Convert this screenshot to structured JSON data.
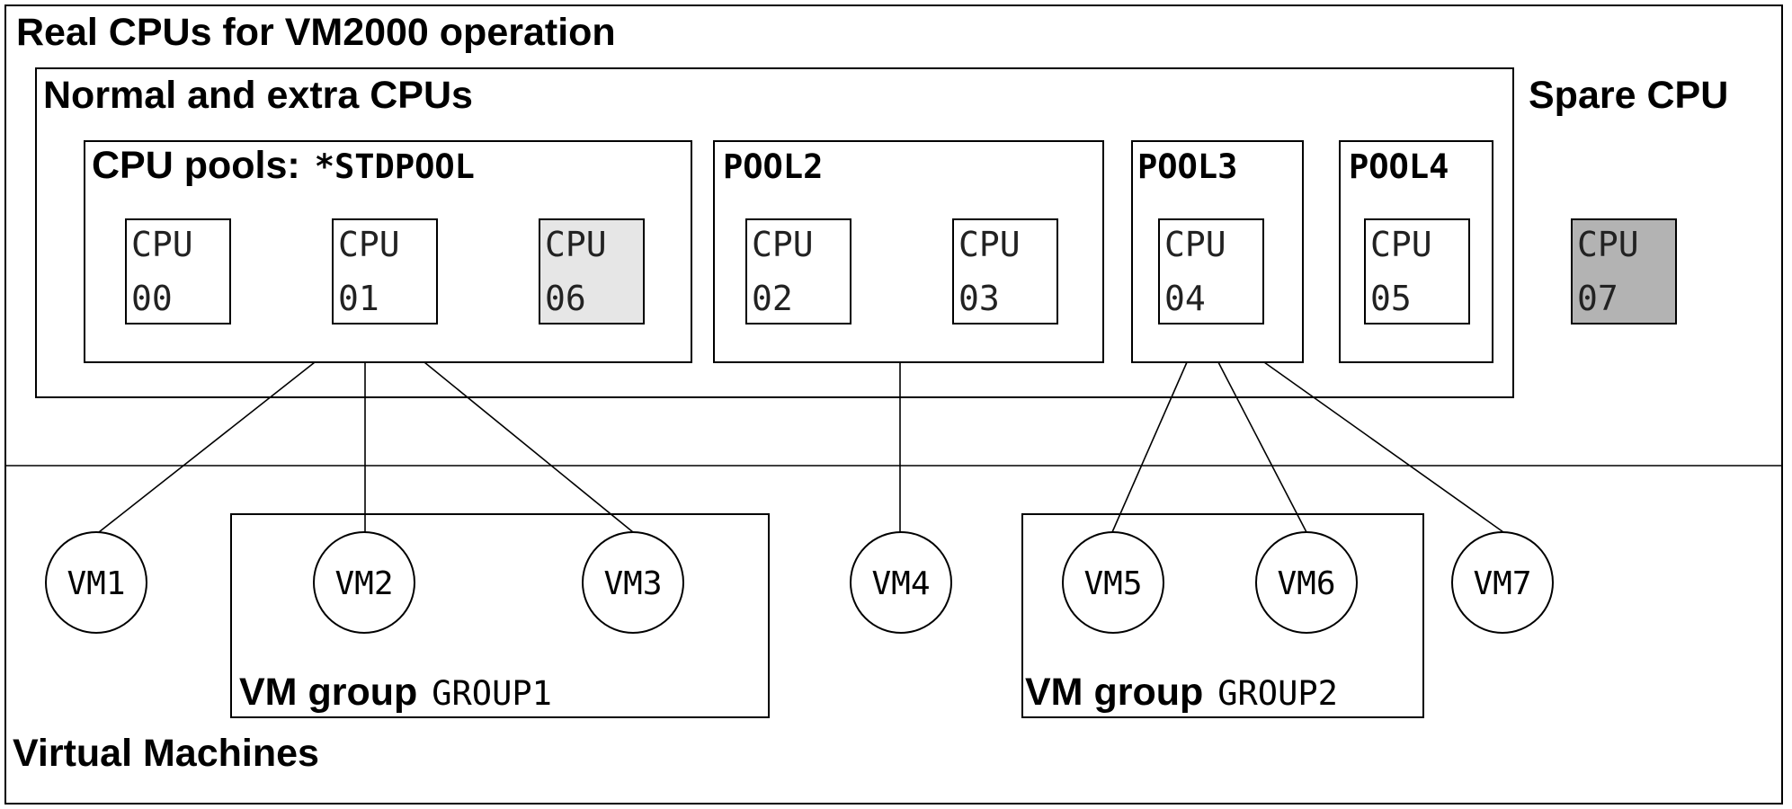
{
  "titles": {
    "real_cpus": "Real CPUs for VM2000 operation",
    "normal_extra": "Normal and extra CPUs",
    "spare_cpu": "Spare CPU",
    "virtual_machines": "Virtual Machines"
  },
  "pools": {
    "prefix": "CPU pools:",
    "stdpool": "*STDPOOL",
    "pool2": "POOL2",
    "pool3": "POOL3",
    "pool4": "POOL4"
  },
  "cpus": {
    "cpu00": {
      "line1": "CPU",
      "line2": "00"
    },
    "cpu01": {
      "line1": "CPU",
      "line2": "01"
    },
    "cpu06": {
      "line1": "CPU",
      "line2": "06"
    },
    "cpu02": {
      "line1": "CPU",
      "line2": "02"
    },
    "cpu03": {
      "line1": "CPU",
      "line2": "03"
    },
    "cpu04": {
      "line1": "CPU",
      "line2": "04"
    },
    "cpu05": {
      "line1": "CPU",
      "line2": "05"
    },
    "cpu07": {
      "line1": "CPU",
      "line2": "07"
    }
  },
  "vms": {
    "vm1": "VM1",
    "vm2": "VM2",
    "vm3": "VM3",
    "vm4": "VM4",
    "vm5": "VM5",
    "vm6": "VM6",
    "vm7": "VM7"
  },
  "groups": {
    "prefix": "VM group",
    "group1": "GROUP1",
    "group2": "GROUP2"
  },
  "colors": {
    "extra_cpu_fill": "#e6e6e6",
    "spare_cpu_fill": "#b3b3b3"
  }
}
